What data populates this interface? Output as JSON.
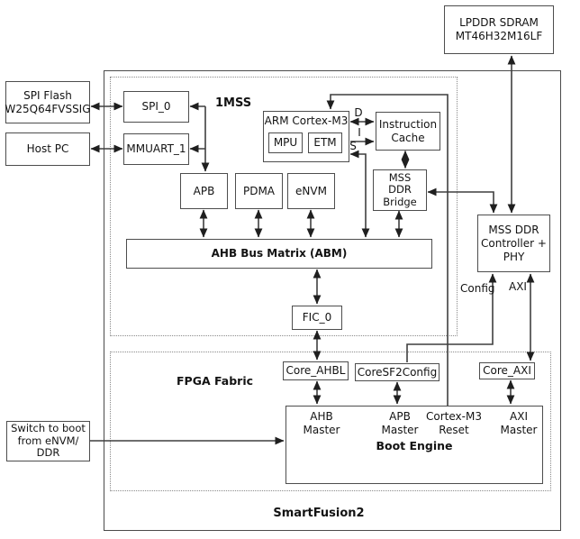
{
  "labels": {
    "chip": "SmartFusion2",
    "mss_region": "1MSS",
    "fpga_region": "FPGA Fabric"
  },
  "external": {
    "lpddr_sdram": [
      "LPDDR SDRAM",
      "MT46H32M16LF"
    ],
    "spi_flash": [
      "SPI Flash",
      "W25Q64FVSSIG"
    ],
    "host_pc": [
      "Host PC"
    ],
    "boot_switch": [
      "Switch to boot",
      "from eNVM/",
      "DDR"
    ]
  },
  "mss": {
    "spi0": "SPI_0",
    "mmuart1": "MMUART_1",
    "arm": "ARM Cortex-M3",
    "mpu": "MPU",
    "etm": "ETM",
    "icache": [
      "Instruction",
      "Cache"
    ],
    "ddr_bridge": [
      "MSS",
      "DDR",
      "Bridge"
    ],
    "apb": "APB",
    "pdma": "PDMA",
    "envm": "eNVM",
    "abm": "AHB Bus Matrix (ABM)",
    "fic0": "FIC_0"
  },
  "right": {
    "ddr_ctrl": [
      "MSS DDR",
      "Controller +",
      "PHY"
    ]
  },
  "fabric": {
    "core_ahbl": "Core_AHBL",
    "coresf2config": "CoreSF2Config",
    "core_axi": "Core_AXI",
    "boot_engine_title": "Boot Engine",
    "port_ahb": [
      "AHB",
      "Master"
    ],
    "port_apb": [
      "APB",
      "Master"
    ],
    "port_reset": [
      "Cortex-M3",
      "Reset"
    ],
    "port_axi": [
      "AXI",
      "Master"
    ]
  },
  "bus_labels": {
    "d": "D",
    "i": "I",
    "s": "S",
    "config": "Config",
    "axi": "AXI"
  },
  "colors": {
    "line": "#3f3f3f",
    "arrow": "#1f1f1f",
    "box_border": "#4d4d4d",
    "text": "#131313"
  }
}
